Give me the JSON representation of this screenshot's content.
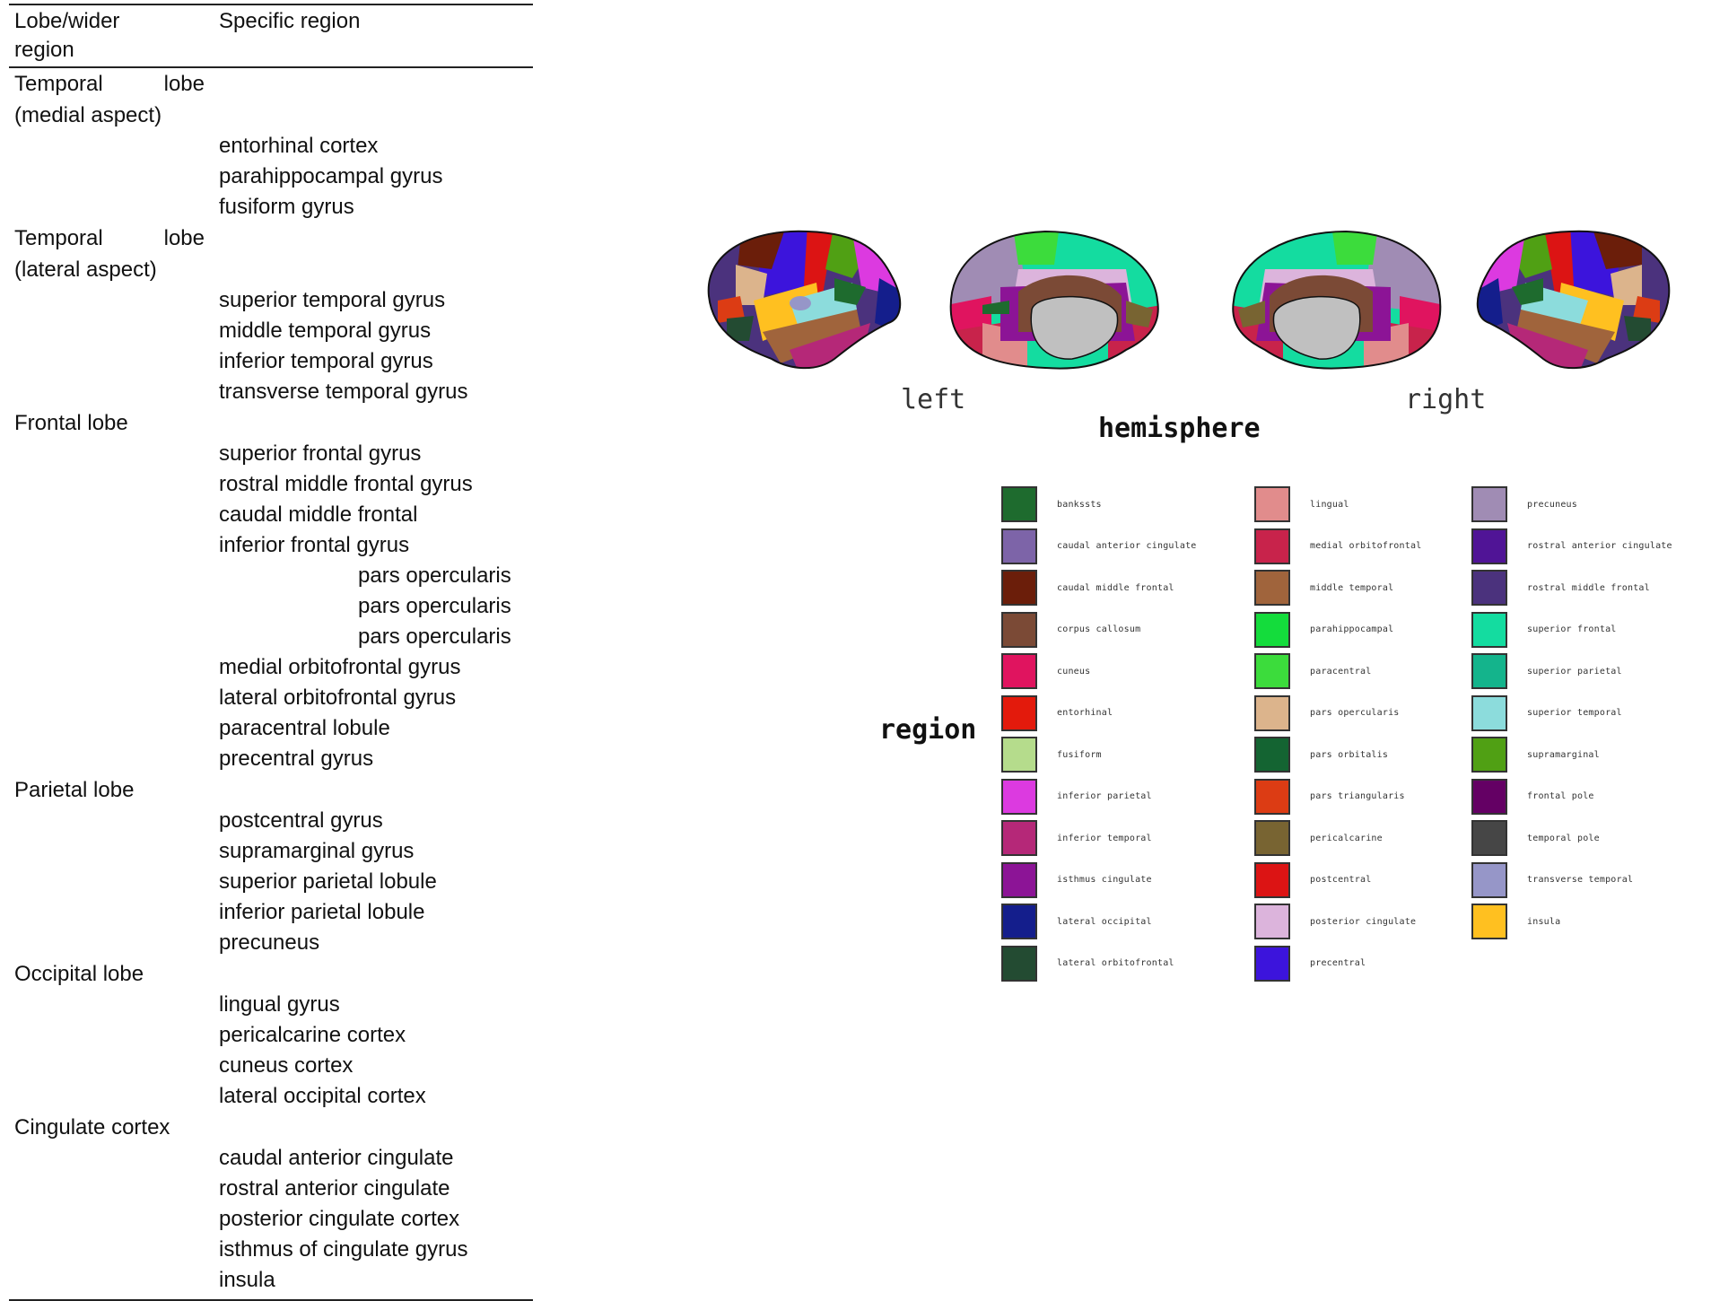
{
  "table": {
    "header": {
      "col1": "Lobe/wider\nregion",
      "col2": "Specific region"
    },
    "sections": [
      {
        "lobe_line1": "Temporal lobe",
        "lobe_line2": "(medial aspect)",
        "regions": [
          "entorhinal cortex",
          "parahippocampal gyrus",
          "fusiform gyrus"
        ]
      },
      {
        "lobe_line1": "Temporal lobe",
        "lobe_line2": "(lateral aspect)",
        "regions": [
          "superior temporal gyrus",
          "middle temporal gyrus",
          "inferior temporal gyrus",
          "transverse temporal gyrus"
        ]
      },
      {
        "lobe_line1": "Frontal lobe",
        "lobe_line2": "",
        "regions": [
          "superior frontal gyrus",
          "rostral middle frontal gyrus",
          "caudal middle frontal",
          "inferior frontal gyrus"
        ],
        "subregions": [
          "pars opercularis",
          "pars opercularis",
          "pars opercularis"
        ],
        "regions_after": [
          "medial orbitofrontal gyrus",
          "lateral orbitofrontal gyrus",
          "paracentral lobule",
          "precentral gyrus"
        ]
      },
      {
        "lobe_line1": "Parietal lobe",
        "lobe_line2": "",
        "regions": [
          "postcentral gyrus",
          "supramarginal gyrus",
          "superior parietal lobule",
          "inferior parietal lobule",
          "precuneus"
        ]
      },
      {
        "lobe_line1": "Occipital lobe",
        "lobe_line2": "",
        "regions": [
          "lingual gyrus",
          "pericalcarine cortex",
          "cuneus cortex",
          "lateral occipital cortex"
        ]
      },
      {
        "lobe_line1": "Cingulate cortex",
        "lobe_line2": "",
        "regions": [
          "caudal anterior cingulate",
          "rostral anterior cingulate",
          "posterior cingulate cortex",
          "isthmus of cingulate gyrus",
          "insula"
        ]
      }
    ]
  },
  "diagram": {
    "label_left": "left",
    "label_right": "right",
    "label_hemisphere": "hemisphere",
    "label_region": "region",
    "legend": [
      [
        {
          "label": "bankssts",
          "color": "#1e6b2e"
        },
        {
          "label": "caudal anterior cingulate",
          "color": "#7d64a8"
        },
        {
          "label": "caudal middle frontal",
          "color": "#6b1e0a"
        },
        {
          "label": "corpus callosum",
          "color": "#7b4a36"
        },
        {
          "label": "cuneus",
          "color": "#e0145f"
        },
        {
          "label": "entorhinal",
          "color": "#e31a0c"
        },
        {
          "label": "fusiform",
          "color": "#b5dc8c"
        },
        {
          "label": "inferior parietal",
          "color": "#dc3ae0"
        },
        {
          "label": "inferior temporal",
          "color": "#b52878"
        },
        {
          "label": "isthmus cingulate",
          "color": "#8c1496"
        },
        {
          "label": "lateral occipital",
          "color": "#141e8c"
        },
        {
          "label": "lateral orbitofrontal",
          "color": "#234b32"
        }
      ],
      [
        {
          "label": "lingual",
          "color": "#e18c8c"
        },
        {
          "label": "medial orbitofrontal",
          "color": "#c8234b"
        },
        {
          "label": "middle temporal",
          "color": "#a0643c"
        },
        {
          "label": "parahippocampal",
          "color": "#14dc3c"
        },
        {
          "label": "paracentral",
          "color": "#3cdc3c"
        },
        {
          "label": "pars opercularis",
          "color": "#dcb48c"
        },
        {
          "label": "pars orbitalis",
          "color": "#146432"
        },
        {
          "label": "pars triangularis",
          "color": "#dc3c14"
        },
        {
          "label": "pericalcarine",
          "color": "#786432"
        },
        {
          "label": "postcentral",
          "color": "#dc1414"
        },
        {
          "label": "posterior cingulate",
          "color": "#dcb4dc"
        },
        {
          "label": "precentral",
          "color": "#3c14dc"
        }
      ],
      [
        {
          "label": "precuneus",
          "color": "#a08cb4"
        },
        {
          "label": "rostral anterior cingulate",
          "color": "#501496"
        },
        {
          "label": "rostral middle frontal",
          "color": "#4b327d"
        },
        {
          "label": "superior frontal",
          "color": "#14dca0"
        },
        {
          "label": "superior parietal",
          "color": "#14b48c"
        },
        {
          "label": "superior temporal",
          "color": "#8cdcdc"
        },
        {
          "label": "supramarginal",
          "color": "#50a014"
        },
        {
          "label": "frontal pole",
          "color": "#640064"
        },
        {
          "label": "temporal pole",
          "color": "#464646"
        },
        {
          "label": "transverse temporal",
          "color": "#9696c8"
        },
        {
          "label": "insula",
          "color": "#ffc020"
        }
      ]
    ]
  }
}
